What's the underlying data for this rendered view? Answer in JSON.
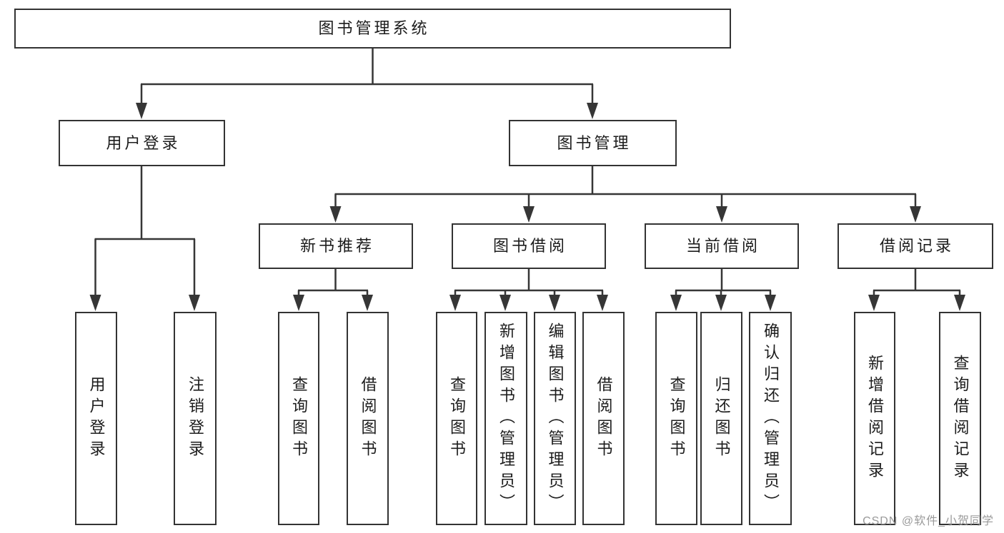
{
  "tree": {
    "root": {
      "label": "图书管理系统"
    },
    "branches": [
      {
        "label": "用户登录",
        "leaves": [
          {
            "label": "用户登录"
          },
          {
            "label": "注销登录"
          }
        ]
      },
      {
        "label": "图书管理",
        "groups": [
          {
            "label": "新书推荐",
            "leaves": [
              {
                "label": "查询图书"
              },
              {
                "label": "借阅图书"
              }
            ]
          },
          {
            "label": "图书借阅",
            "leaves": [
              {
                "label": "查询图书"
              },
              {
                "label": "新增图书（管理员）"
              },
              {
                "label": "编辑图书（管理员）"
              },
              {
                "label": "借阅图书"
              }
            ]
          },
          {
            "label": "当前借阅",
            "leaves": [
              {
                "label": "查询图书"
              },
              {
                "label": "归还图书"
              },
              {
                "label": "确认归还（管理员）"
              }
            ]
          },
          {
            "label": "借阅记录",
            "leaves": [
              {
                "label": "新增借阅记录"
              },
              {
                "label": "查询借阅记录"
              }
            ]
          }
        ]
      }
    ]
  },
  "watermark": {
    "text": "CSDN @软件_小贺同学"
  },
  "colors": {
    "bg": "#ffffff",
    "border": "#333333",
    "line": "#363636",
    "text": "#1c1c1c",
    "watermark": "#9a9a9a"
  }
}
